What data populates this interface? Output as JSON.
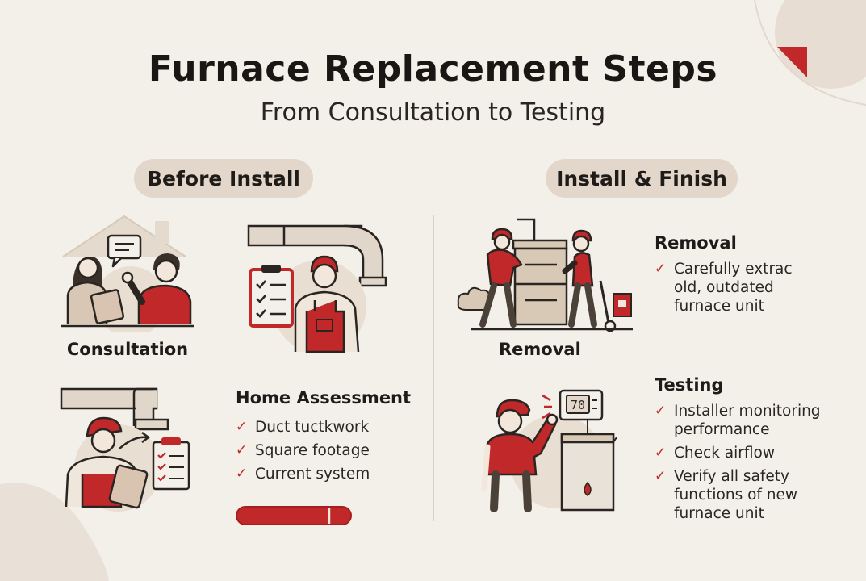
{
  "title": "Furnace Replacement Steps",
  "subtitle": "From Consultation to Testing",
  "colors": {
    "accent": "#c0282a",
    "background": "#f3f0ea",
    "pill": "#e2d7ca",
    "ink": "#2b2522"
  },
  "sections": {
    "before": {
      "label": "Before Install",
      "consultation": {
        "caption": "Consultation"
      },
      "assessment": {
        "heading": "Home Assessment",
        "items": [
          "Duct tuctkwork",
          "Square footage",
          "Current system"
        ]
      }
    },
    "install": {
      "label": "Install & Finish",
      "removal": {
        "caption": "Removal",
        "heading": "Removal",
        "items": [
          "Carefully extrac old, outdated furnace unit"
        ]
      },
      "testing": {
        "heading": "Testing",
        "thermostat_reading": "70",
        "items": [
          "Installer monitoring performance",
          "Check airflow",
          "Verify all safety functions of new furnace unit"
        ]
      }
    }
  },
  "icons": {
    "check": "✓",
    "names": [
      "house-icon",
      "speech-bubble-icon",
      "clipboard-icon",
      "pipe-icon",
      "technician-icon",
      "furnace-icon",
      "hand-truck-icon",
      "thermostat-icon",
      "flame-icon",
      "smoke-icon"
    ]
  }
}
